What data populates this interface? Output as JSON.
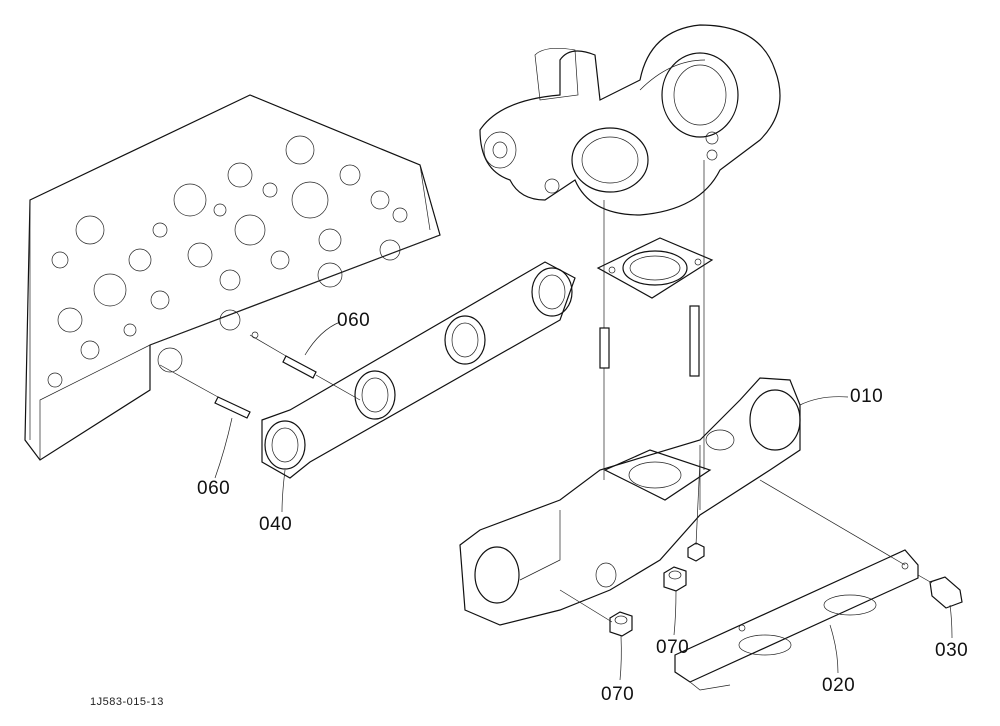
{
  "diagram": {
    "figure_code": "1J583-015-13",
    "callouts": [
      {
        "id": "010",
        "text": "010"
      },
      {
        "id": "020",
        "text": "020"
      },
      {
        "id": "030",
        "text": "030"
      },
      {
        "id": "040",
        "text": "040"
      },
      {
        "id": "060a",
        "text": "060"
      },
      {
        "id": "060b",
        "text": "060"
      },
      {
        "id": "070a",
        "text": "070"
      },
      {
        "id": "070b",
        "text": "070"
      }
    ]
  }
}
